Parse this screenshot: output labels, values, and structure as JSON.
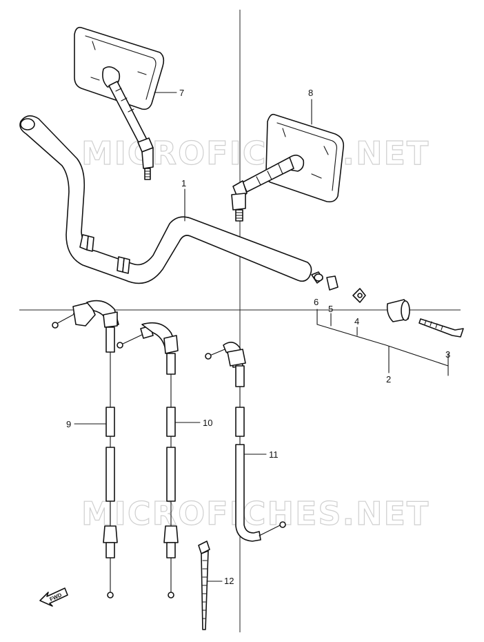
{
  "watermarks": [
    "MICROFICHES.NET",
    "MICROFICHES.NET"
  ],
  "fwd_label": "FWD",
  "callouts": {
    "p1": "1",
    "p2": "2",
    "p3": "3",
    "p4": "4",
    "p5": "5",
    "p6": "6",
    "p7": "7",
    "p8": "8",
    "p9": "9",
    "p10": "10",
    "p11": "11",
    "p12": "12"
  }
}
